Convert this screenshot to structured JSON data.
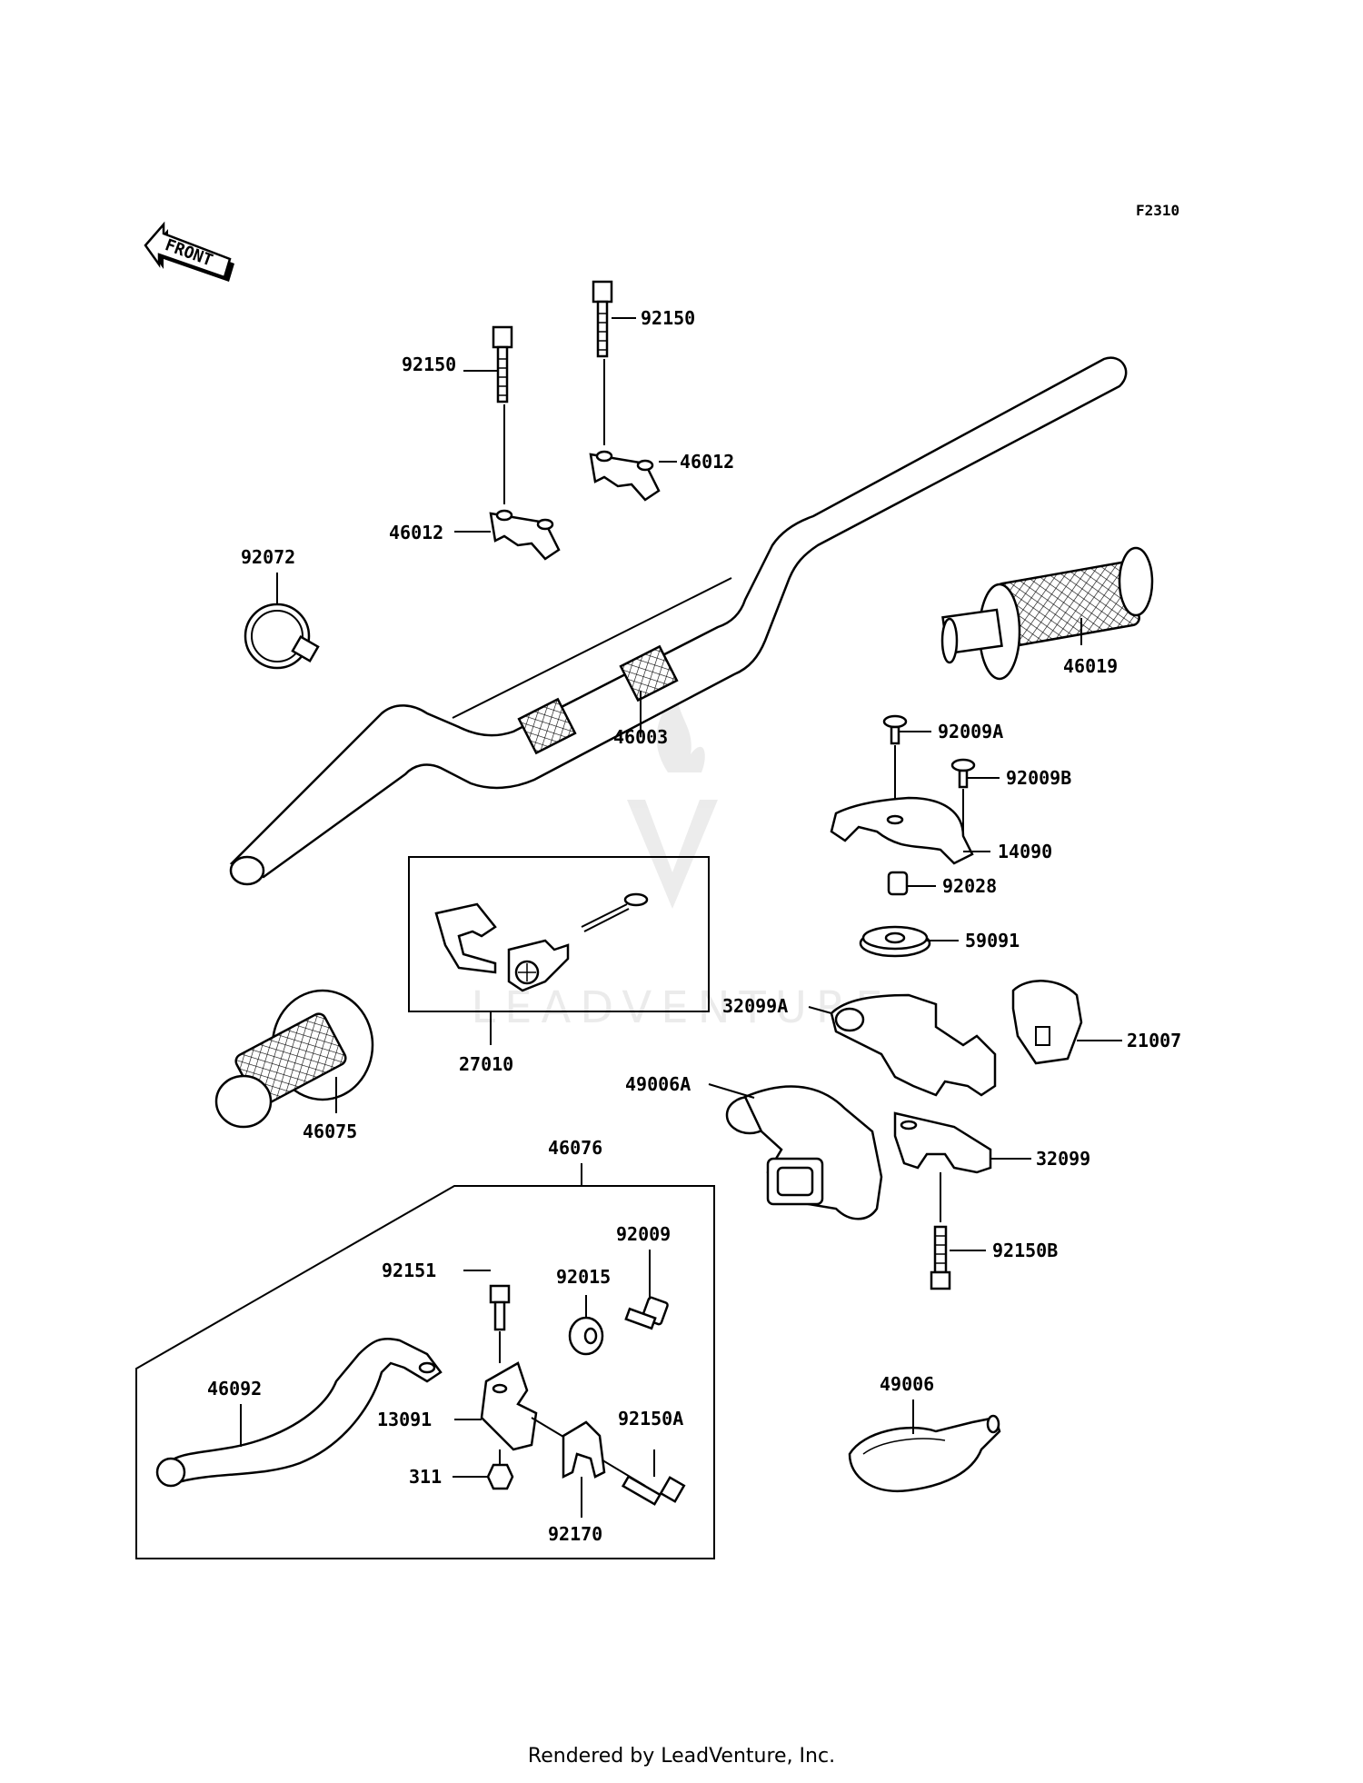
{
  "diagram": {
    "code": "F2310",
    "front_label": "FRONT",
    "watermark": "LEADVENTURE"
  },
  "labels": {
    "p92150_l": "92150",
    "p92150_r": "92150",
    "p46012_l": "46012",
    "p46012_r": "46012",
    "p92072": "92072",
    "p46003": "46003",
    "p46019": "46019",
    "p92009A": "92009A",
    "p92009B": "92009B",
    "p14090": "14090",
    "p92028": "92028",
    "p59091": "59091",
    "p32099A": "32099A",
    "p21007": "21007",
    "p27010": "27010",
    "p49006A": "49006A",
    "p32099": "32099",
    "p46075": "46075",
    "p46076": "46076",
    "p92150B": "92150B",
    "p92009": "92009",
    "p92151": "92151",
    "p92015": "92015",
    "p46092": "46092",
    "p13091": "13091",
    "p92150A": "92150A",
    "p311": "311",
    "p92170": "92170",
    "p49006": "49006"
  },
  "footer": "Rendered by LeadVenture, Inc."
}
